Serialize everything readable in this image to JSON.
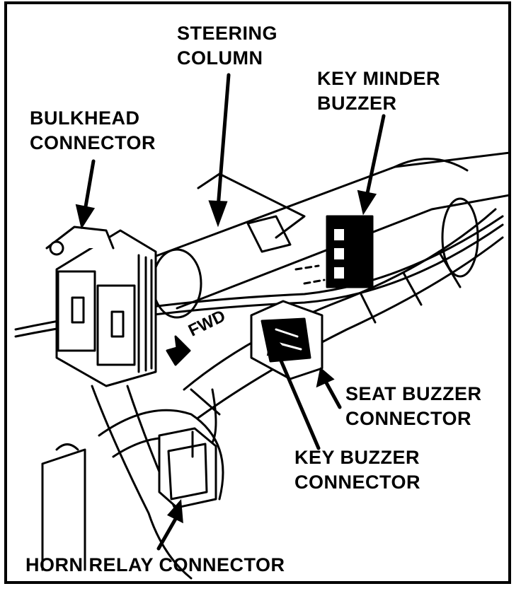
{
  "diagram": {
    "labels": {
      "steering_column": [
        "STEERING",
        "COLUMN"
      ],
      "key_minder_buzzer": [
        "KEY MINDER",
        "BUZZER"
      ],
      "bulkhead_connector": [
        "BULKHEAD",
        "CONNECTOR"
      ],
      "seat_buzzer_connector": [
        "SEAT BUZZER",
        "CONNECTOR"
      ],
      "key_buzzer_connector": [
        "KEY BUZZER",
        "CONNECTOR"
      ],
      "horn_relay_connector": "HORN RELAY CONNECTOR",
      "fwd": "FWD"
    }
  }
}
